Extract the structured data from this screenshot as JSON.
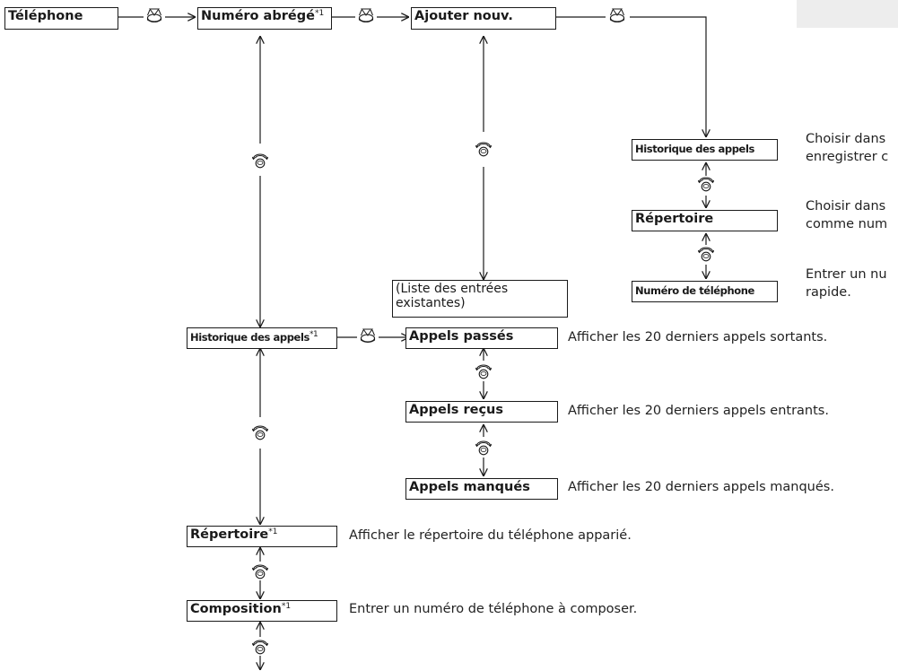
{
  "boxes": {
    "telephone": "Téléphone",
    "numero_abrege": "Numéro abrégé",
    "ajouter_nouv": "Ajouter nouv.",
    "historique_appels_top": "Historique des appels",
    "repertoire_top": "Répertoire",
    "numero_telephone": "Numéro de téléphone",
    "liste_entrees": "(Liste des entrées existantes)",
    "historique_appels": "Historique des appels",
    "appels_passes": "Appels passés",
    "appels_recus": "Appels reçus",
    "appels_manques": "Appels manqués",
    "repertoire": "Répertoire",
    "composition": "Composition"
  },
  "footnote_mark": "*1",
  "descriptions": {
    "historique_top_line1": "Choisir dans",
    "historique_top_line2": "enregistrer c",
    "repertoire_top_line1": "Choisir dans",
    "repertoire_top_line2": "comme num",
    "numero_telephone_line1": "Entrer un nu",
    "numero_telephone_line2": "rapide.",
    "appels_passes": "Afficher les 20 derniers appels sortants.",
    "appels_recus": "Afficher les 20 derniers appels entrants.",
    "appels_manques": "Afficher les 20 derniers appels manqués.",
    "repertoire": "Afficher le répertoire du téléphone apparié.",
    "composition": "Entrer un numéro de téléphone à composer."
  },
  "icons": {
    "press": "press-knob-icon",
    "rotate": "rotate-knob-icon"
  },
  "colors": {
    "line": "#1a1a1a",
    "corner": "#ededed"
  }
}
